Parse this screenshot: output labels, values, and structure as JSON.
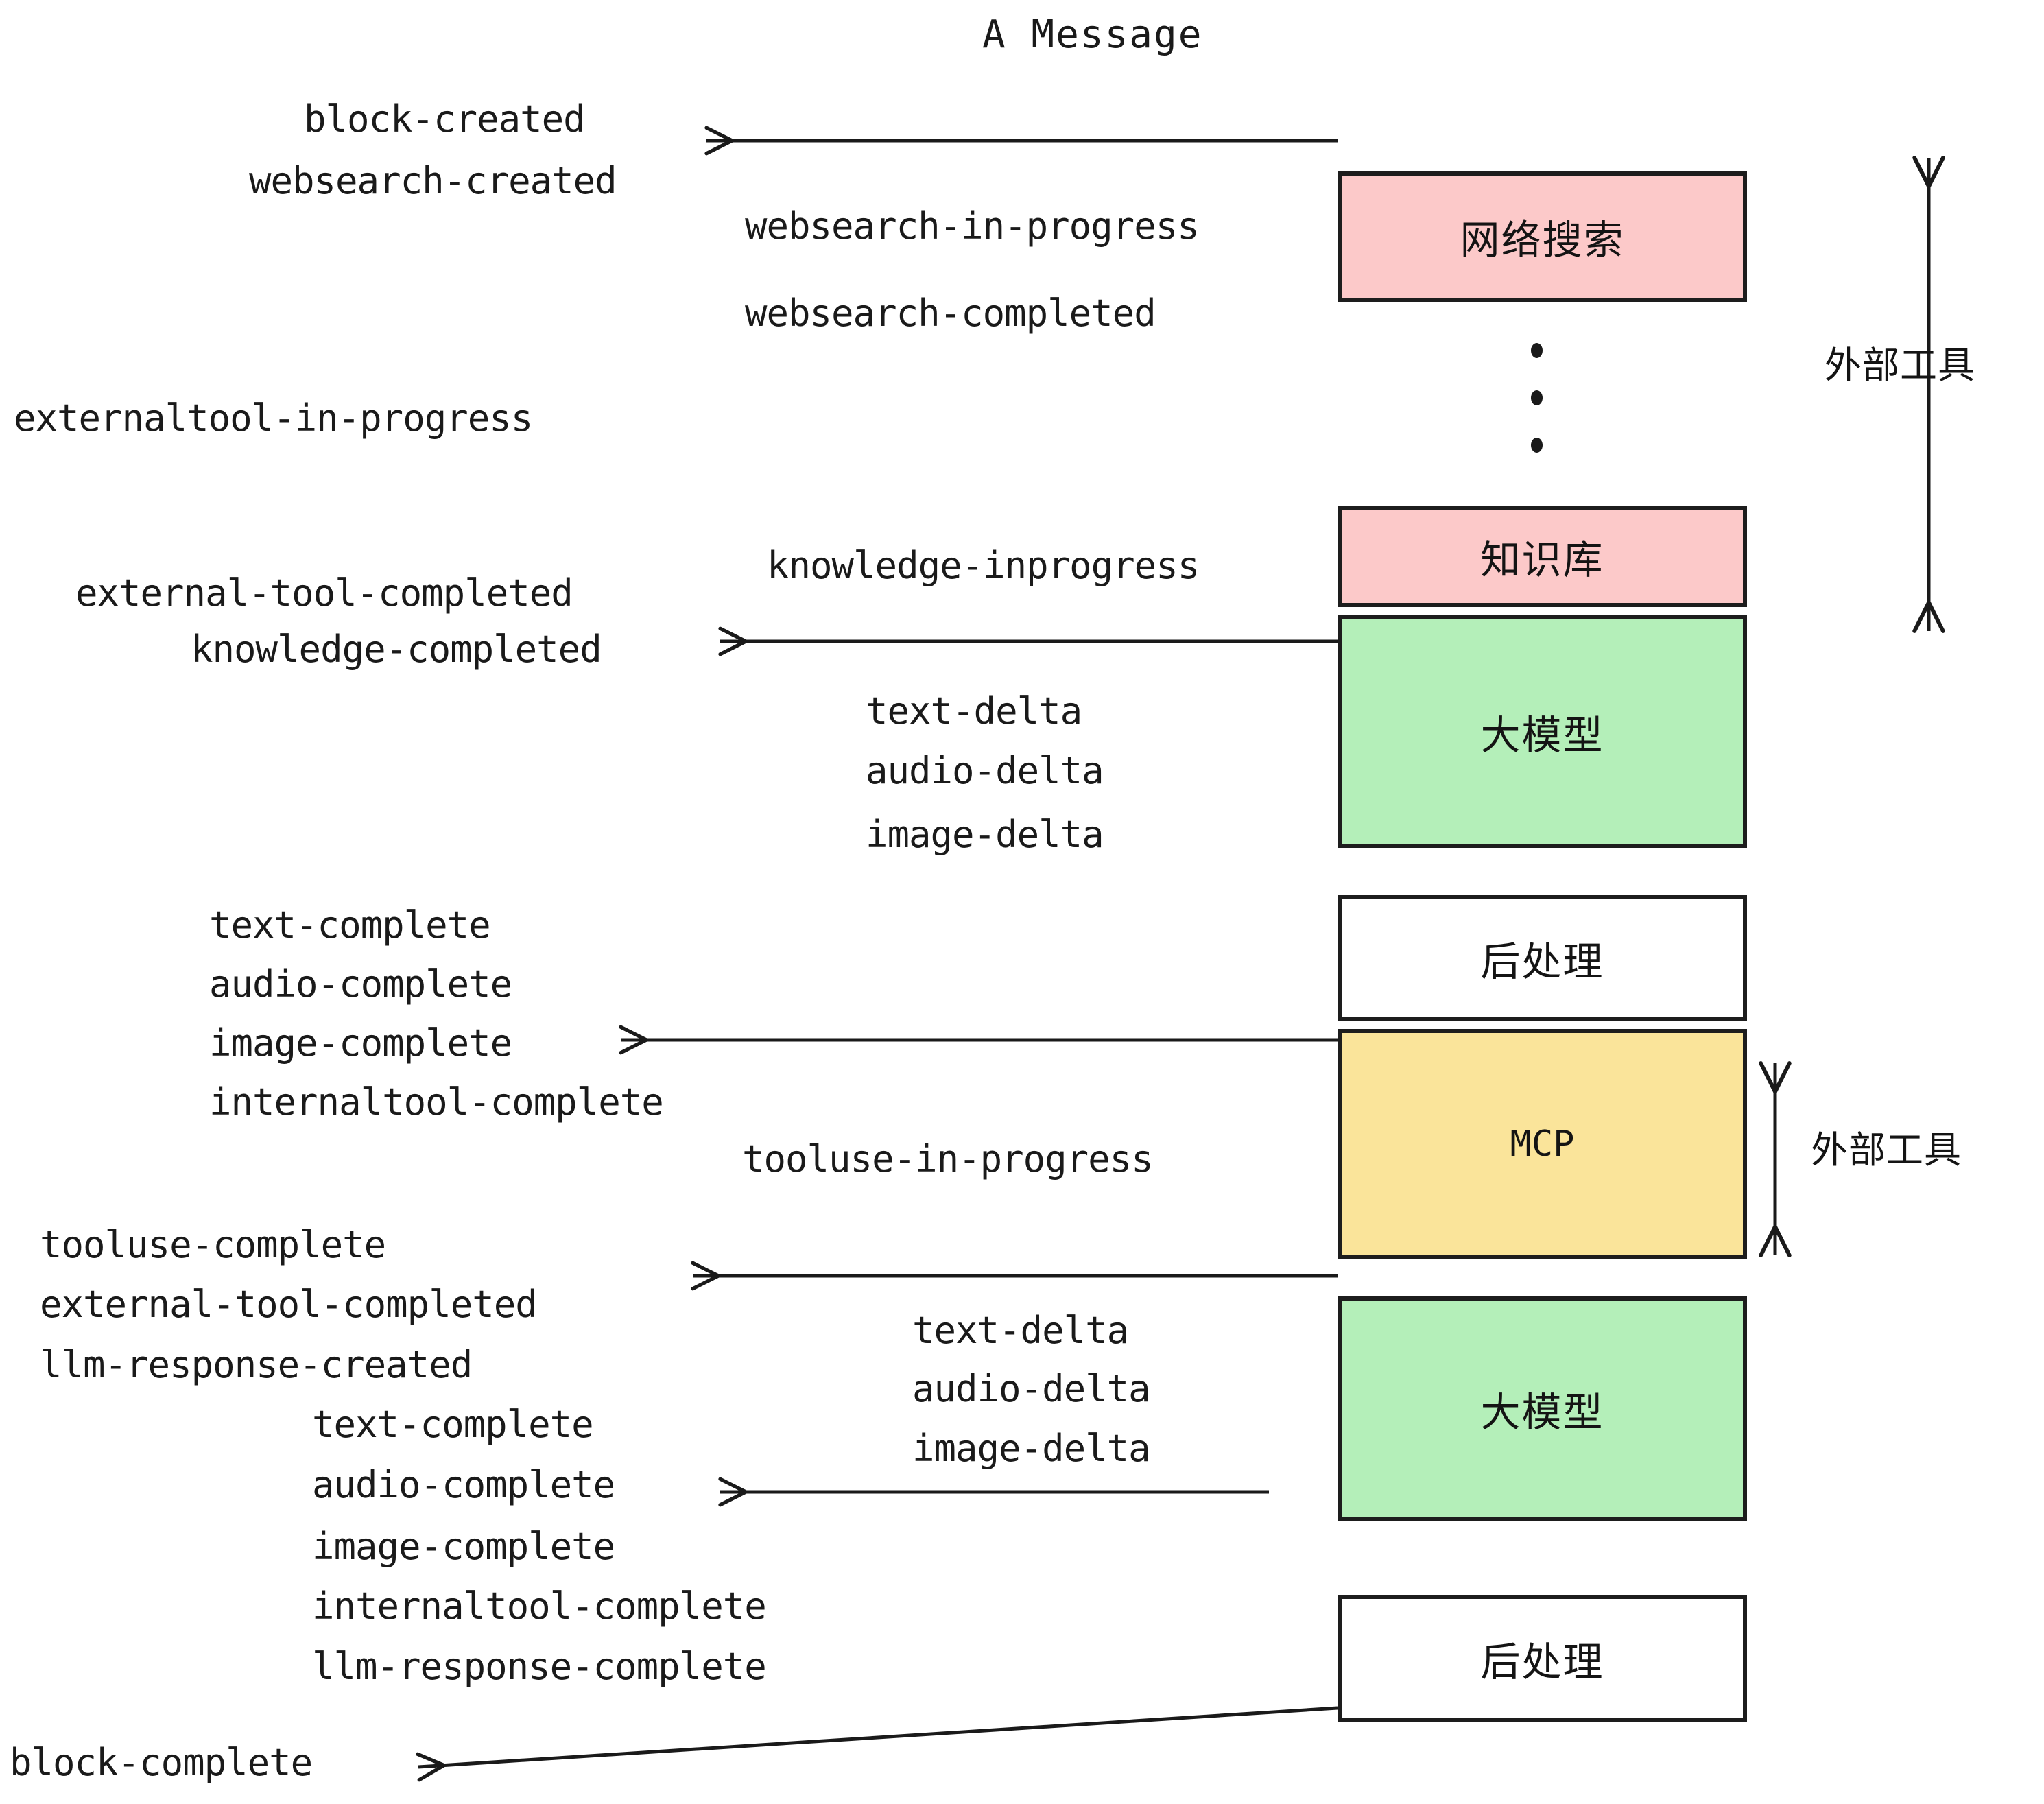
{
  "title": "A Message",
  "colors": {
    "pink": "#fcc9c9",
    "green": "#b4efb9",
    "yellow": "#fae49a",
    "white": "#ffffff",
    "stroke": "#1d1d1d",
    "text": "#1a1a1a"
  },
  "boxes": [
    {
      "id": "websearch",
      "label": "网络搜索",
      "fill": "pink",
      "mono": false
    },
    {
      "id": "knowledge",
      "label": "知识库",
      "fill": "pink",
      "mono": false
    },
    {
      "id": "llm-upper",
      "label": "大模型",
      "fill": "green",
      "mono": false
    },
    {
      "id": "postprocess-upper",
      "label": "后处理",
      "fill": "white",
      "mono": false
    },
    {
      "id": "mcp",
      "label": "MCP",
      "fill": "yellow",
      "mono": true
    },
    {
      "id": "llm-lower",
      "label": "大模型",
      "fill": "green",
      "mono": false
    },
    {
      "id": "postprocess-lower",
      "label": "后处理",
      "fill": "white",
      "mono": false
    }
  ],
  "side_labels": [
    {
      "id": "external-tools-upper",
      "text": "外部工具"
    },
    {
      "id": "external-tools-lower",
      "text": "外部工具"
    }
  ],
  "events": {
    "block_created": "block-created",
    "websearch_created": "websearch-created",
    "websearch_in_progress": "websearch-in-progress",
    "websearch_completed": "websearch-completed",
    "externaltool_in_progress": "externaltool-in-progress",
    "knowledge_inprogress": "knowledge-inprogress",
    "external_tool_completed_1": "external-tool-completed",
    "knowledge_completed": "knowledge-completed",
    "text_delta_1": "text-delta",
    "audio_delta_1": "audio-delta",
    "image_delta_1": "image-delta",
    "text_complete_1": "text-complete",
    "audio_complete_1": "audio-complete",
    "image_complete_1": "image-complete",
    "internaltool_complete_1": "internaltool-complete",
    "tooluse_in_progress": "tooluse-in-progress",
    "tooluse_complete": "tooluse-complete",
    "external_tool_completed_2": "external-tool-completed",
    "llm_response_created": "llm-response-created",
    "text_delta_2": "text-delta",
    "audio_delta_2": "audio-delta",
    "image_delta_2": "image-delta",
    "text_complete_2": "text-complete",
    "audio_complete_2": "audio-complete",
    "image_complete_2": "image-complete",
    "internaltool_complete_2": "internaltool-complete",
    "llm_response_complete": "llm-response-complete",
    "block_complete": "block-complete"
  }
}
